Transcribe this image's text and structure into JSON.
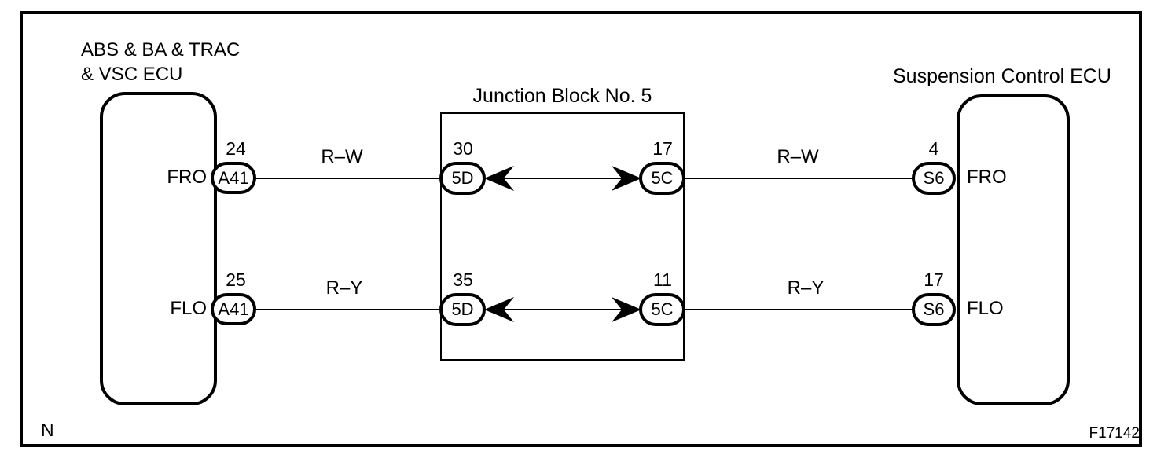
{
  "diagram": {
    "left_ecu": {
      "title_line1": "ABS & BA & TRAC",
      "title_line2": "& VSC ECU",
      "pins": [
        {
          "label": "FRO",
          "connector": "A41",
          "terminal": "24"
        },
        {
          "label": "FLO",
          "connector": "A41",
          "terminal": "25"
        }
      ]
    },
    "junction_block": {
      "title": "Junction Block No. 5",
      "rows": [
        {
          "left_terminal": "30",
          "left_connector": "5D",
          "right_terminal": "17",
          "right_connector": "5C"
        },
        {
          "left_terminal": "35",
          "left_connector": "5D",
          "right_terminal": "11",
          "right_connector": "5C"
        }
      ]
    },
    "right_ecu": {
      "title": "Suspension Control ECU",
      "pins": [
        {
          "terminal": "4",
          "connector": "S6",
          "label": "FRO"
        },
        {
          "terminal": "17",
          "connector": "S6",
          "label": "FLO"
        }
      ]
    },
    "wires": [
      {
        "segment_left_label": "R–W",
        "segment_right_label": "R–W"
      },
      {
        "segment_left_label": "R–Y",
        "segment_right_label": "R–Y"
      }
    ],
    "footer": {
      "note": "N",
      "figure_id": "F17142"
    },
    "colors": {
      "line": "#000000",
      "background": "#ffffff"
    }
  }
}
